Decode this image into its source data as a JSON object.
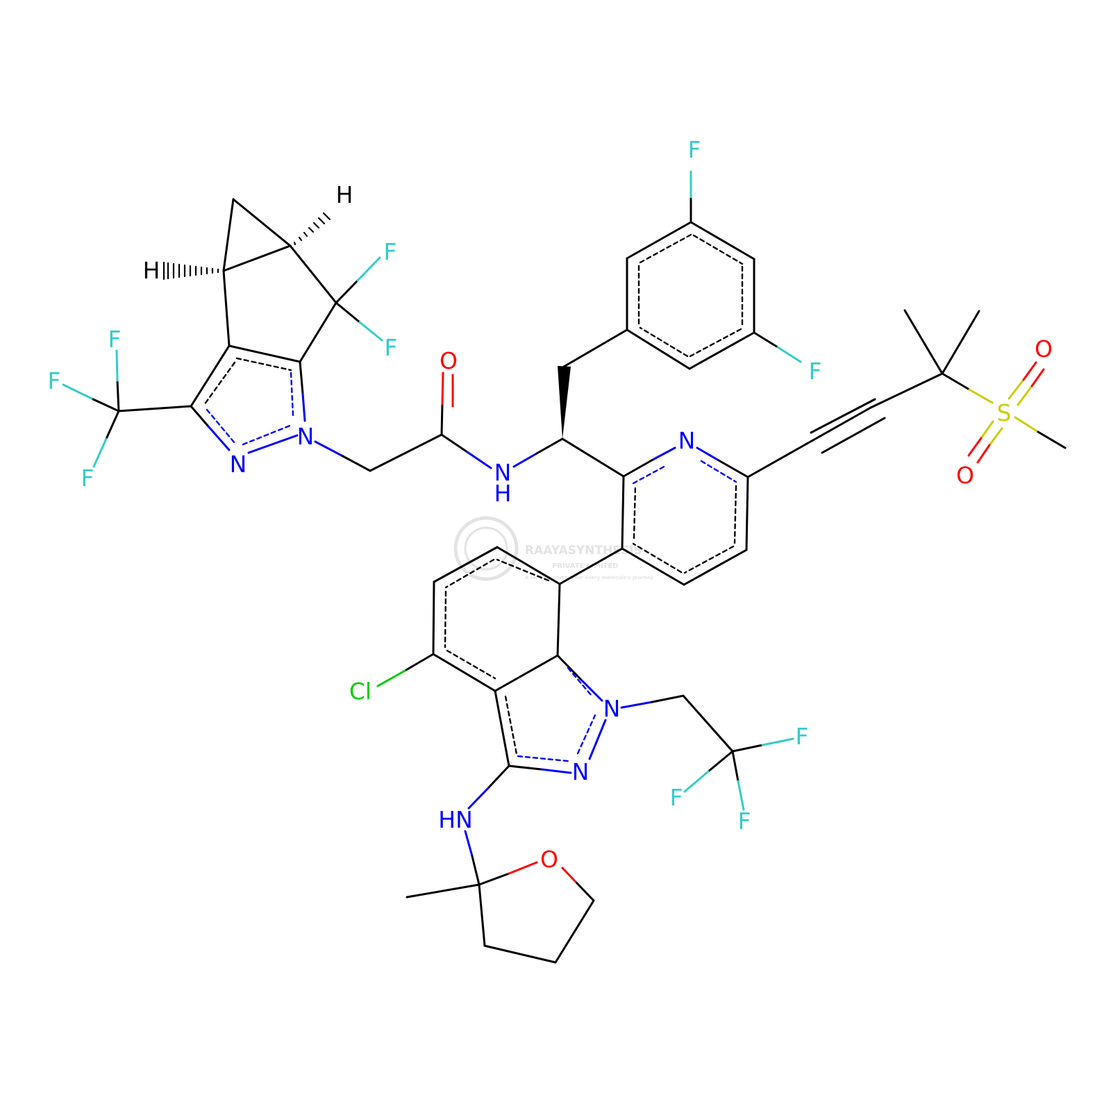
{
  "diagram": {
    "type": "chemical-structure",
    "element_colors": {
      "C": "#000000",
      "H": "#000000",
      "N": "#0000FF",
      "O": "#FF0000",
      "F": "#33CCCC",
      "Cl": "#00CC00",
      "S": "#CCCC00"
    },
    "atoms": [
      {
        "id": "F1",
        "label": "F",
        "element": "F"
      },
      {
        "id": "F2",
        "label": "F",
        "element": "F"
      },
      {
        "id": "F3",
        "label": "F",
        "element": "F"
      },
      {
        "id": "F4",
        "label": "F",
        "element": "F"
      },
      {
        "id": "F5",
        "label": "F",
        "element": "F"
      },
      {
        "id": "H1",
        "label": "H",
        "element": "H"
      },
      {
        "id": "H2",
        "label": "H",
        "element": "H"
      },
      {
        "id": "N1",
        "label": "N",
        "element": "N"
      },
      {
        "id": "N2",
        "label": "N",
        "element": "N"
      },
      {
        "id": "O1",
        "label": "O",
        "element": "O"
      },
      {
        "id": "NH1",
        "label": "N",
        "element": "N"
      },
      {
        "id": "NH1H",
        "label": "H",
        "element": "N"
      },
      {
        "id": "F6",
        "label": "F",
        "element": "F"
      },
      {
        "id": "F7",
        "label": "F",
        "element": "F"
      },
      {
        "id": "N3",
        "label": "N",
        "element": "N"
      },
      {
        "id": "O2",
        "label": "O",
        "element": "O"
      },
      {
        "id": "S1",
        "label": "S",
        "element": "S"
      },
      {
        "id": "O3",
        "label": "O",
        "element": "O"
      },
      {
        "id": "Cl1",
        "label": "Cl",
        "element": "Cl"
      },
      {
        "id": "N4",
        "label": "N",
        "element": "N"
      },
      {
        "id": "N5",
        "label": "N",
        "element": "N"
      },
      {
        "id": "F8",
        "label": "F",
        "element": "F"
      },
      {
        "id": "F9",
        "label": "F",
        "element": "F"
      },
      {
        "id": "F10",
        "label": "F",
        "element": "F"
      },
      {
        "id": "HN1",
        "label": "HN",
        "element": "N"
      },
      {
        "id": "O4",
        "label": "O",
        "element": "O"
      }
    ],
    "watermark": {
      "name": "RAAYASYNTHESIS",
      "line2": "PRIVATE LIMITED",
      "tagline": "A reliable partner for every molecule's journey",
      "color": "#c8c8c8"
    }
  }
}
